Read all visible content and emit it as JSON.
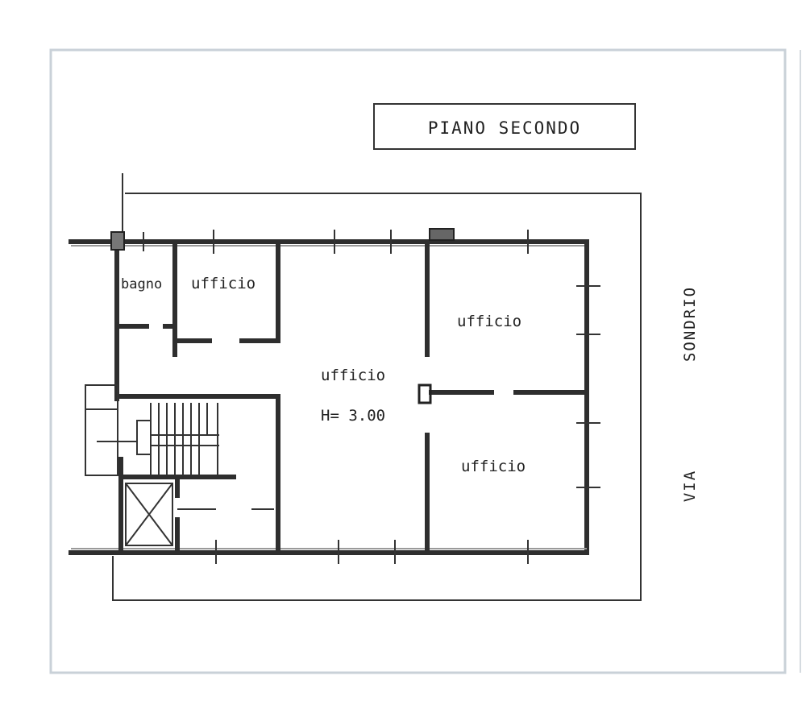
{
  "title": "PIANO SECONDO",
  "rooms": {
    "bathroom": "bagno",
    "office_small": "ufficio",
    "office_main": "ufficio",
    "office_height": "H= 3.00",
    "office_top_right": "ufficio",
    "office_bottom_right": "ufficio"
  },
  "street": {
    "name": "SONDRIO",
    "prefix": "VIA"
  },
  "colors": {
    "frame": "#c9d1d8",
    "ink": "#2e2e2e"
  }
}
